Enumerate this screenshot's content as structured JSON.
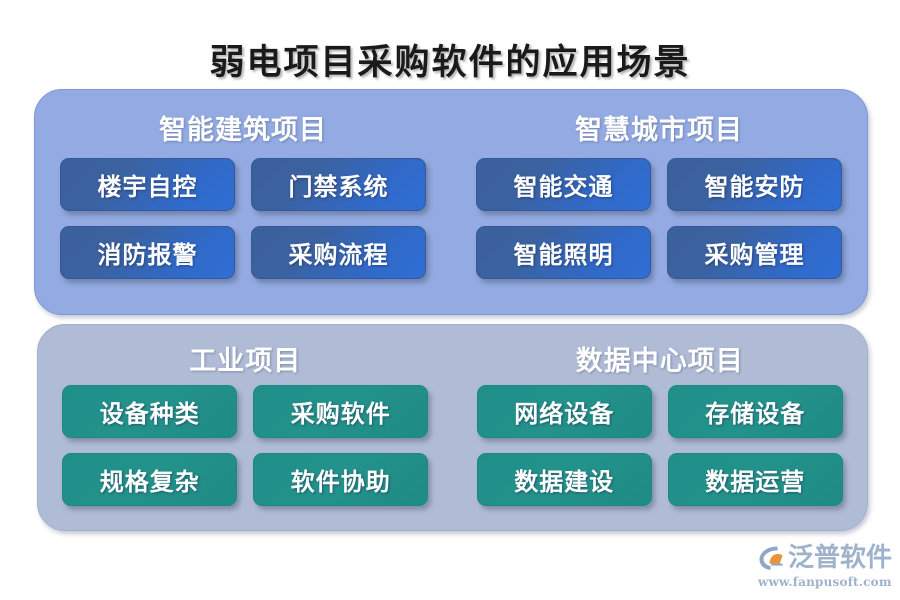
{
  "page": {
    "title": "弱电项目采购软件的应用场景",
    "background": "#ffffff"
  },
  "colors": {
    "panel_top": "#93abe2",
    "panel_bottom": "#b0bcd6",
    "chip_blue_start": "#3c5f9e",
    "chip_blue_end": "#2e6fd7",
    "chip_teal": "#23928b",
    "title_text": "#1a1a1a",
    "group_title_text": "#ffffff",
    "logo_text": "#9fb2cb",
    "logo_accent": "#e8943a"
  },
  "panels": [
    {
      "id": "panel-top",
      "style": "blue",
      "groups": [
        {
          "id": "group-smart-building",
          "title": "智能建筑项目",
          "chips": [
            {
              "label": "楼宇自控"
            },
            {
              "label": "门禁系统"
            },
            {
              "label": "消防报警"
            },
            {
              "label": "采购流程"
            }
          ]
        },
        {
          "id": "group-smart-city",
          "title": "智慧城市项目",
          "chips": [
            {
              "label": "智能交通"
            },
            {
              "label": "智能安防"
            },
            {
              "label": "智能照明"
            },
            {
              "label": "采购管理"
            }
          ]
        }
      ]
    },
    {
      "id": "panel-bottom",
      "style": "teal",
      "groups": [
        {
          "id": "group-industrial",
          "title": "工业项目",
          "chips": [
            {
              "label": "设备种类"
            },
            {
              "label": "采购软件"
            },
            {
              "label": "规格复杂"
            },
            {
              "label": "软件协助"
            }
          ]
        },
        {
          "id": "group-data-center",
          "title": "数据中心项目",
          "chips": [
            {
              "label": "网络设备"
            },
            {
              "label": "存储设备"
            },
            {
              "label": "数据建设"
            },
            {
              "label": "数据运营"
            }
          ]
        }
      ]
    }
  ],
  "logo": {
    "icon": "fanpu-swoosh-icon",
    "name": "泛普软件",
    "url": "www.fanpusoft.com"
  }
}
